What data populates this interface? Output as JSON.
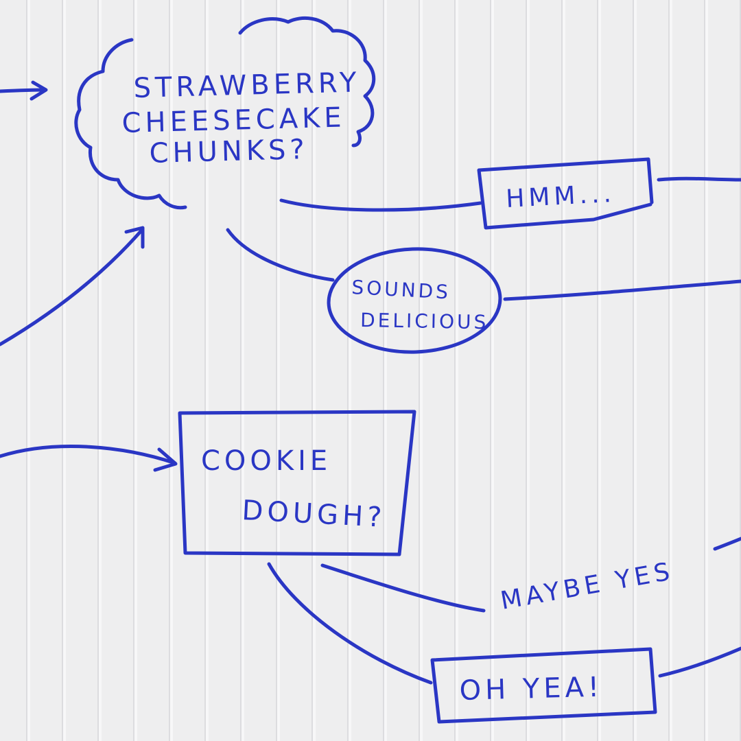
{
  "nodes": {
    "strawberry": {
      "lines": [
        "STRAWBERRY",
        "CHEESECAKE",
        "CHUNKS?"
      ]
    },
    "hmm": {
      "label": "HMM..."
    },
    "sounds_delicious": {
      "lines": [
        "SOUNDS",
        "DELICIOUS"
      ]
    },
    "cookie_dough": {
      "lines": [
        "COOKIE",
        "DOUGH?"
      ]
    },
    "maybe_yes": {
      "label": "MAYBE YES"
    },
    "oh_yea": {
      "label": "OH YEA!"
    }
  },
  "colors": {
    "ink": "#2a36c4",
    "paper": "#eeeeef"
  }
}
